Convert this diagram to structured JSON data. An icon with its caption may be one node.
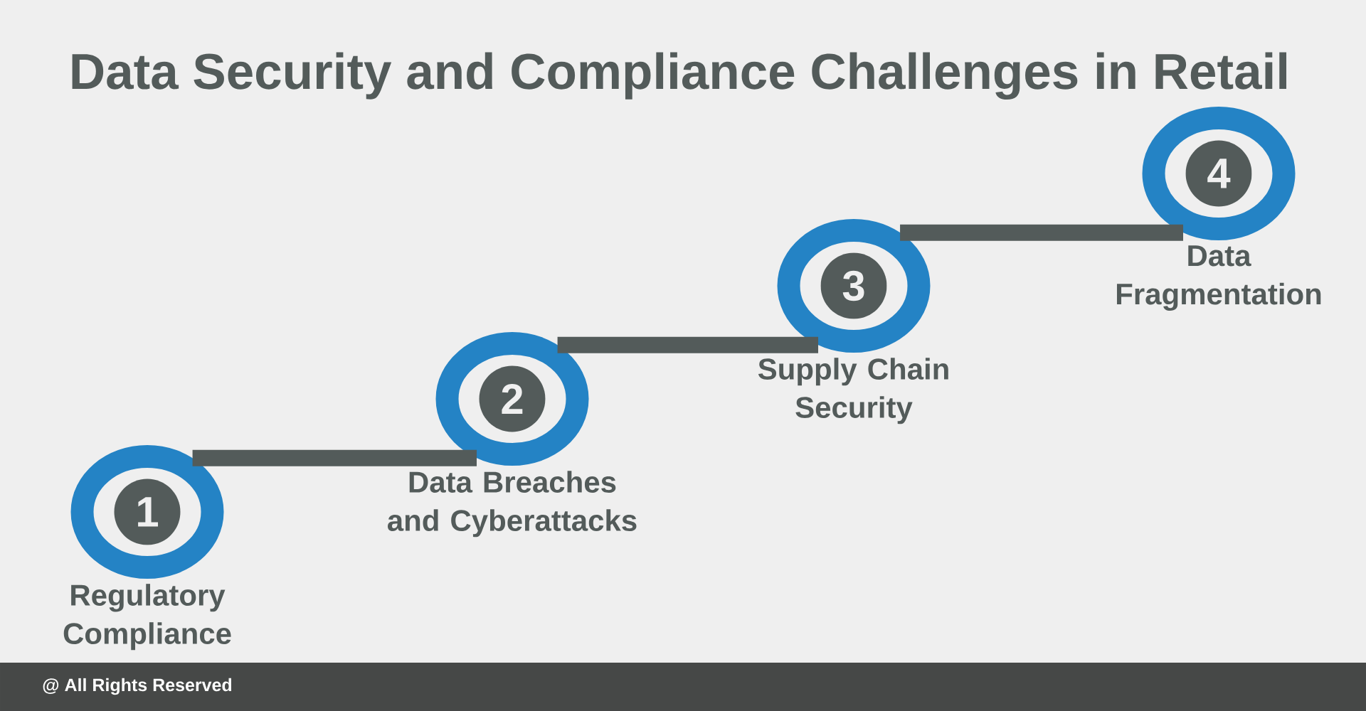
{
  "diagram": {
    "title": "Data Security and Compliance Challenges in Retail",
    "nodes": [
      {
        "text": [
          "1"
        ],
        "beside": [
          "Regulatory Compliance"
        ]
      },
      {
        "text": [
          "2"
        ],
        "beside": [
          "Data Breaches and Cyberattacks"
        ]
      },
      {
        "text": [
          "3"
        ],
        "beside": [
          "Supply Chain Security"
        ]
      },
      {
        "text": [
          "4"
        ],
        "beside": [
          "Data Fragmentation"
        ]
      }
    ],
    "edges": [
      {
        "from": 0,
        "to": 1,
        "arrow": "none"
      },
      {
        "from": 1,
        "to": 2,
        "arrow": "none"
      },
      {
        "from": 2,
        "to": 3,
        "arrow": "none"
      }
    ],
    "labels": [
      "@ All Rights Reserved"
    ]
  }
}
